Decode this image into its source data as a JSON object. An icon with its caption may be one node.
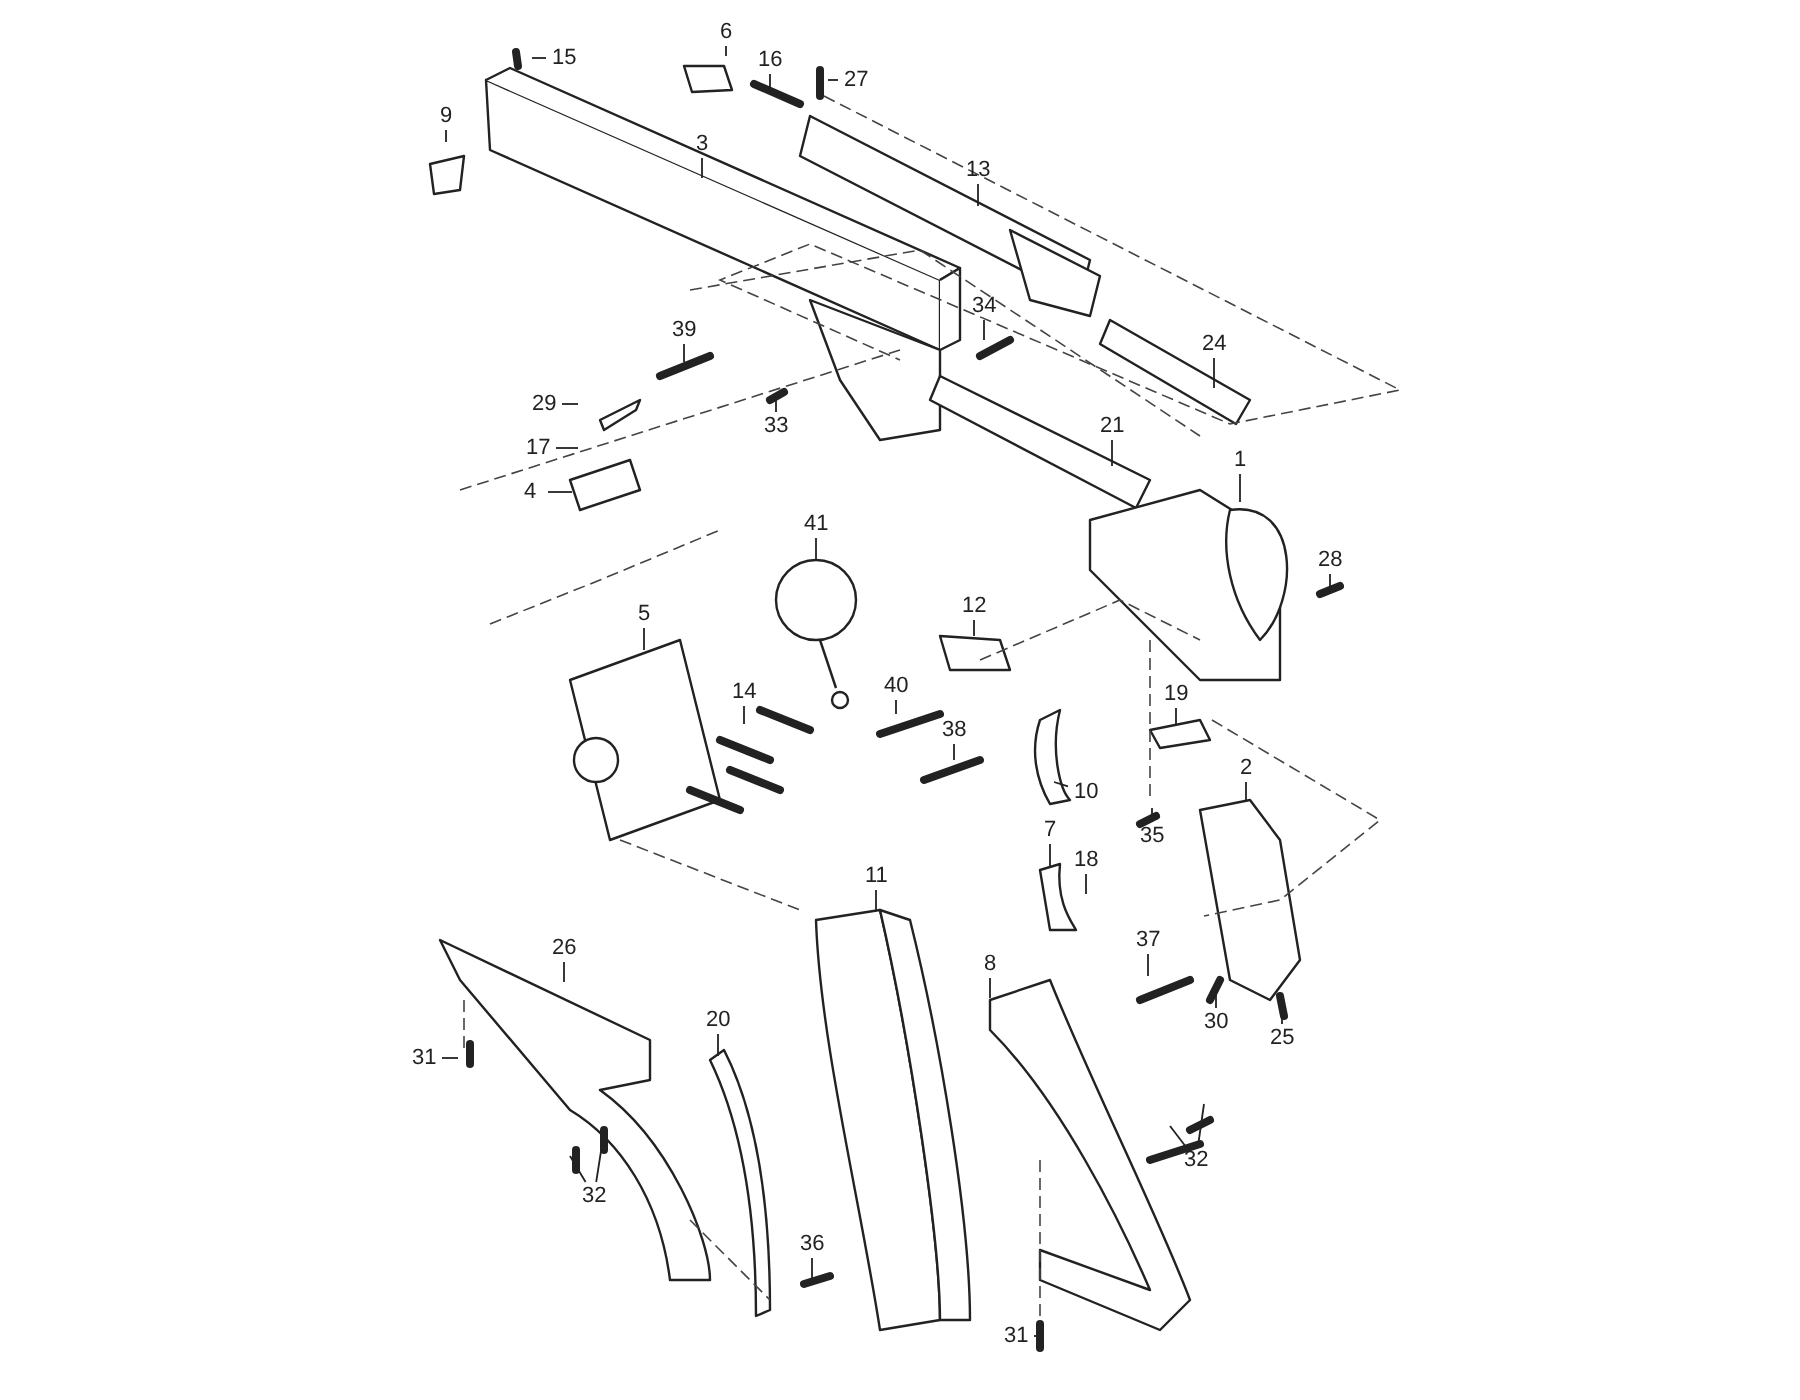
{
  "diagram": {
    "nodes": [
      {
        "text": [
          "15"
        ]
      },
      {
        "text": [
          "6"
        ]
      },
      {
        "text": [
          "16"
        ]
      },
      {
        "text": [
          "27"
        ]
      },
      {
        "text": [
          "9"
        ]
      },
      {
        "text": [
          "3"
        ]
      },
      {
        "text": [
          "13"
        ]
      },
      {
        "text": [
          "39"
        ]
      },
      {
        "text": [
          "34"
        ]
      },
      {
        "text": [
          "24"
        ]
      },
      {
        "text": [
          "29"
        ]
      },
      {
        "text": [
          "17"
        ]
      },
      {
        "text": [
          "33"
        ]
      },
      {
        "text": [
          "21"
        ]
      },
      {
        "text": [
          "4"
        ]
      },
      {
        "text": [
          "1"
        ]
      },
      {
        "text": [
          "28"
        ]
      },
      {
        "text": [
          "41"
        ]
      },
      {
        "text": [
          "5"
        ]
      },
      {
        "text": [
          "12"
        ]
      },
      {
        "text": [
          "40"
        ]
      },
      {
        "text": [
          "14"
        ]
      },
      {
        "text": [
          "38"
        ]
      },
      {
        "text": [
          "19"
        ]
      },
      {
        "text": [
          "10"
        ]
      },
      {
        "text": [
          "35"
        ]
      },
      {
        "text": [
          "2"
        ]
      },
      {
        "text": [
          "7"
        ]
      },
      {
        "text": [
          "18"
        ]
      },
      {
        "text": [
          "11"
        ]
      },
      {
        "text": [
          "26"
        ]
      },
      {
        "text": [
          "37"
        ]
      },
      {
        "text": [
          "8"
        ]
      },
      {
        "text": [
          "30"
        ]
      },
      {
        "text": [
          "25"
        ]
      },
      {
        "text": [
          "31"
        ]
      },
      {
        "text": [
          "20"
        ]
      },
      {
        "text": [
          "32"
        ]
      },
      {
        "text": [
          "32"
        ]
      },
      {
        "text": [
          "36"
        ]
      },
      {
        "text": [
          "31"
        ]
      }
    ],
    "edges": [
      {
        "from": 0,
        "to": null,
        "arrow": "none"
      },
      {
        "from": 1,
        "to": null,
        "arrow": "none"
      },
      {
        "from": 2,
        "to": null,
        "arrow": "none"
      },
      {
        "from": 3,
        "to": null,
        "arrow": "none"
      },
      {
        "from": 4,
        "to": null,
        "arrow": "none"
      },
      {
        "from": 5,
        "to": null,
        "arrow": "none"
      },
      {
        "from": 6,
        "to": null,
        "arrow": "none"
      },
      {
        "from": 7,
        "to": null,
        "arrow": "none"
      },
      {
        "from": 8,
        "to": null,
        "arrow": "none"
      },
      {
        "from": 9,
        "to": null,
        "arrow": "none"
      },
      {
        "from": 10,
        "to": null,
        "arrow": "none"
      },
      {
        "from": 11,
        "to": null,
        "arrow": "none"
      },
      {
        "from": 12,
        "to": null,
        "arrow": "none"
      },
      {
        "from": 13,
        "to": null,
        "arrow": "none"
      },
      {
        "from": 14,
        "to": null,
        "arrow": "none"
      },
      {
        "from": 15,
        "to": null,
        "arrow": "none"
      },
      {
        "from": 16,
        "to": null,
        "arrow": "none"
      },
      {
        "from": 17,
        "to": null,
        "arrow": "none"
      },
      {
        "from": 18,
        "to": null,
        "arrow": "none"
      },
      {
        "from": 19,
        "to": null,
        "arrow": "none"
      },
      {
        "from": 20,
        "to": null,
        "arrow": "none"
      },
      {
        "from": 21,
        "to": null,
        "arrow": "none"
      },
      {
        "from": 22,
        "to": null,
        "arrow": "none"
      },
      {
        "from": 23,
        "to": null,
        "arrow": "none"
      },
      {
        "from": 24,
        "to": null,
        "arrow": "none"
      },
      {
        "from": 25,
        "to": null,
        "arrow": "none"
      },
      {
        "from": 26,
        "to": null,
        "arrow": "none"
      },
      {
        "from": 27,
        "to": null,
        "arrow": "none"
      },
      {
        "from": 28,
        "to": null,
        "arrow": "none"
      },
      {
        "from": 29,
        "to": null,
        "arrow": "none"
      },
      {
        "from": 30,
        "to": null,
        "arrow": "none"
      },
      {
        "from": 31,
        "to": null,
        "arrow": "none"
      },
      {
        "from": 32,
        "to": null,
        "arrow": "none"
      },
      {
        "from": 33,
        "to": null,
        "arrow": "none"
      },
      {
        "from": 34,
        "to": null,
        "arrow": "none"
      },
      {
        "from": 35,
        "to": null,
        "arrow": "none"
      },
      {
        "from": 36,
        "to": null,
        "arrow": "none"
      },
      {
        "from": 37,
        "to": null,
        "arrow": "none"
      },
      {
        "from": 37,
        "to": null,
        "arrow": "none"
      },
      {
        "from": 38,
        "to": null,
        "arrow": "none"
      },
      {
        "from": 38,
        "to": null,
        "arrow": "none"
      },
      {
        "from": 39,
        "to": null,
        "arrow": "none"
      },
      {
        "from": 40,
        "to": null,
        "arrow": "none"
      }
    ]
  }
}
